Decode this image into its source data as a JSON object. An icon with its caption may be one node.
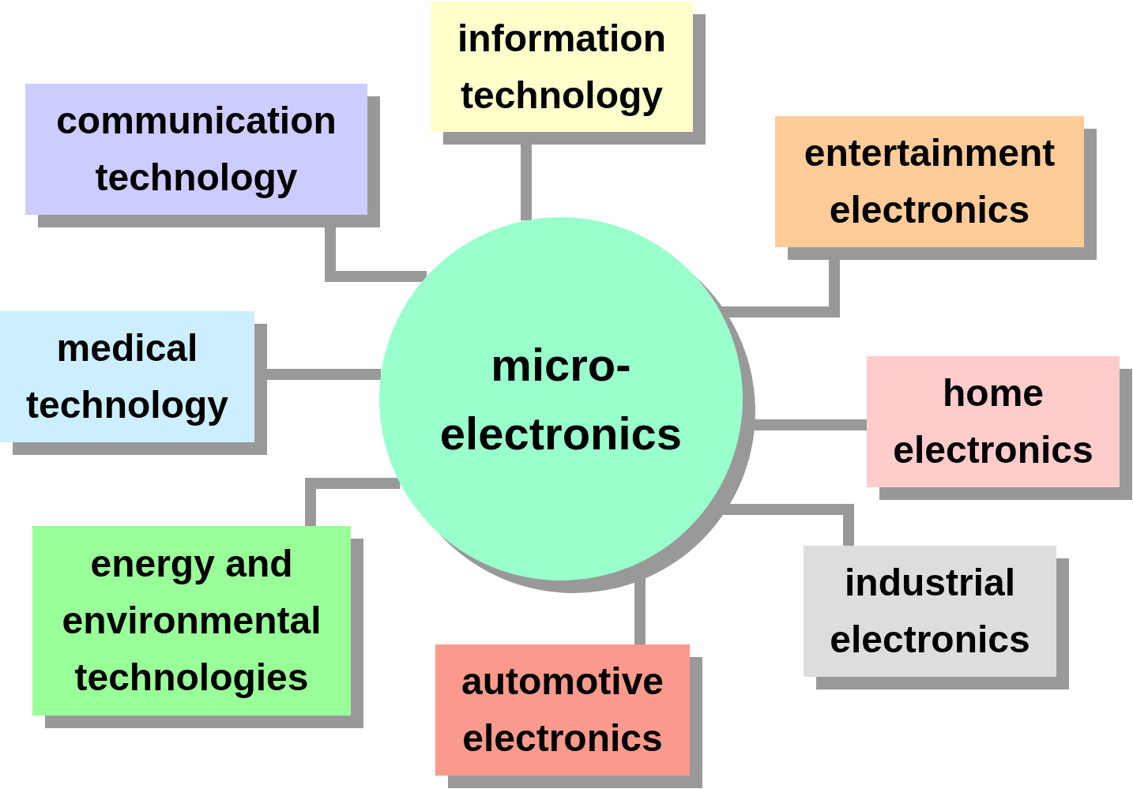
{
  "diagram": {
    "nodes": [
      {
        "text": [
          "micro-electronics"
        ]
      },
      {
        "text": [
          "communication technology"
        ]
      },
      {
        "text": [
          "information technology"
        ]
      },
      {
        "text": [
          "entertainment electronics"
        ]
      },
      {
        "text": [
          "medical technology"
        ]
      },
      {
        "text": [
          "home electronics"
        ]
      },
      {
        "text": [
          "energy and environmental technologies"
        ]
      },
      {
        "text": [
          "industrial electronics"
        ]
      },
      {
        "text": [
          "automotive electronics"
        ]
      }
    ],
    "edges": [
      {
        "from": 0,
        "to": 1,
        "arrow": "none"
      },
      {
        "from": 0,
        "to": 2,
        "arrow": "none"
      },
      {
        "from": 0,
        "to": 3,
        "arrow": "none"
      },
      {
        "from": 0,
        "to": 4,
        "arrow": "none"
      },
      {
        "from": 0,
        "to": 5,
        "arrow": "none"
      },
      {
        "from": 0,
        "to": 6,
        "arrow": "none"
      },
      {
        "from": 0,
        "to": 7,
        "arrow": "none"
      },
      {
        "from": 0,
        "to": 8,
        "arrow": "none"
      }
    ]
  }
}
